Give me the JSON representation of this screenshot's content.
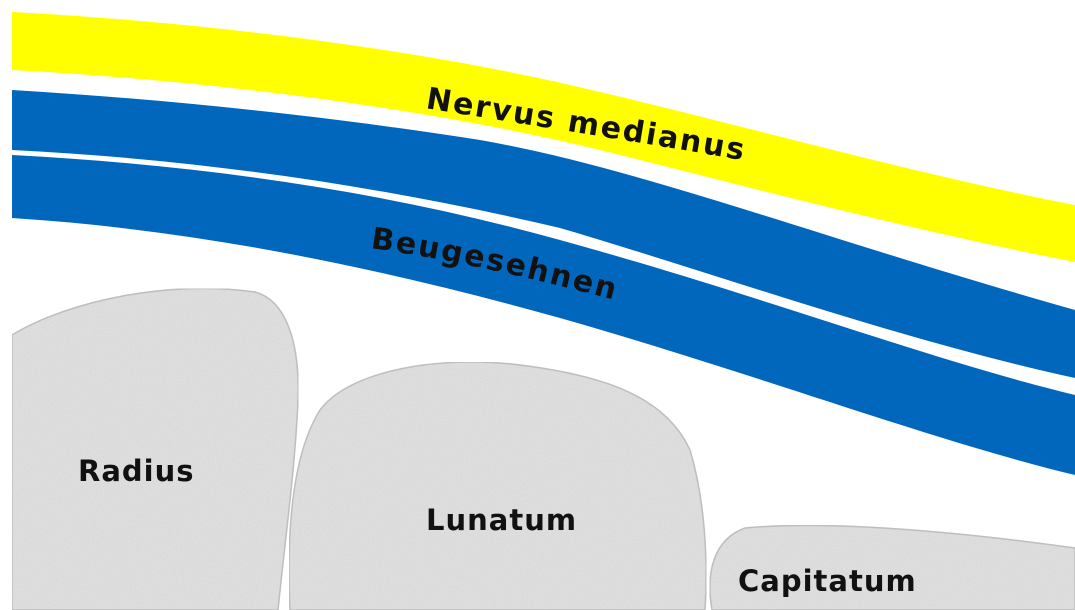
{
  "labels": {
    "nerve": "Nervus medianus",
    "tendons": "Beugesehnen",
    "radius": "Radius",
    "lunatum": "Lunatum",
    "capitatum": "Capitatum"
  },
  "colors": {
    "nerve": "#ffff00",
    "tendons": "#0067bd",
    "bone": "#e3e3e3",
    "bone_outline": "#bdbdbd",
    "text": "#111111",
    "background": "#ffffff"
  }
}
